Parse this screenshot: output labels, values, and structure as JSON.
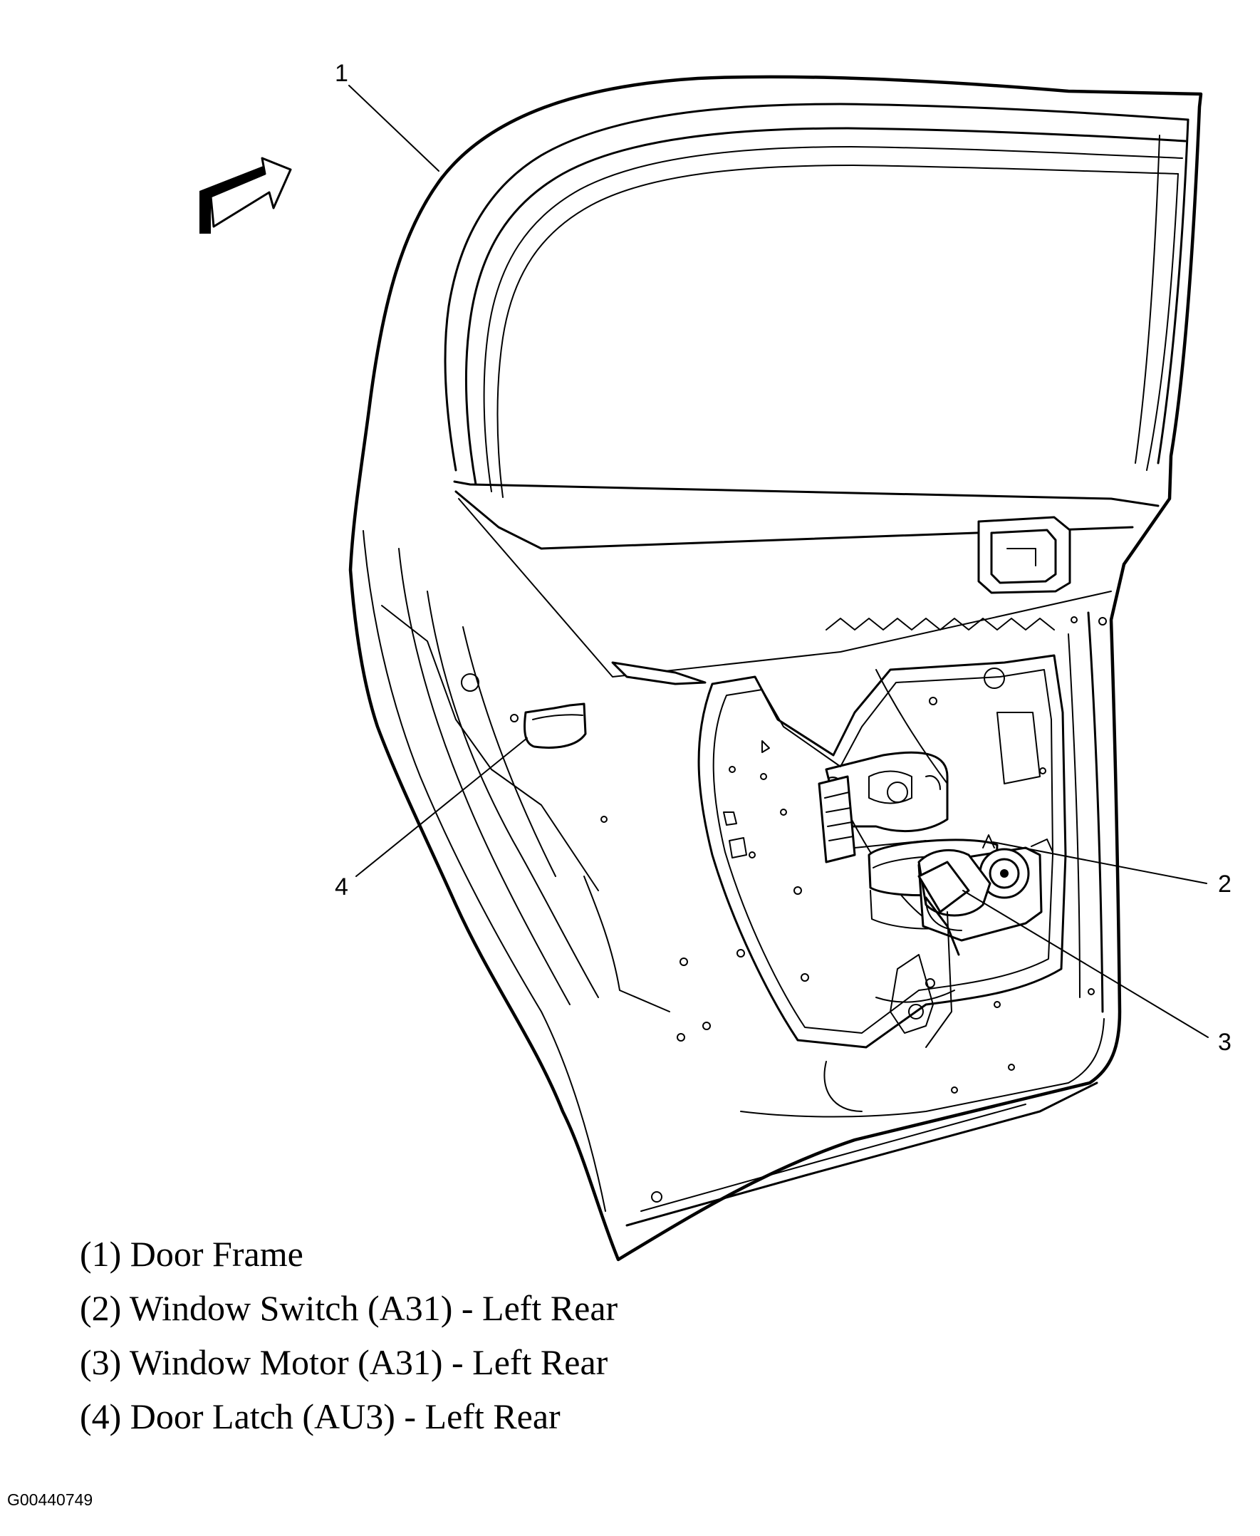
{
  "callouts": [
    {
      "label": "1",
      "part": "door-frame"
    },
    {
      "label": "2",
      "part": "window-switch"
    },
    {
      "label": "3",
      "part": "window-motor"
    },
    {
      "label": "4",
      "part": "door-latch"
    }
  ],
  "legend": [
    "(1) Door Frame",
    "(2) Window Switch (A31) - Left Rear",
    "(3) Window Motor (A31) - Left Rear",
    "(4) Door Latch (AU3) - Left Rear"
  ],
  "figure_id": "G00440749",
  "icons": {
    "direction": "forward-arrow-icon"
  }
}
